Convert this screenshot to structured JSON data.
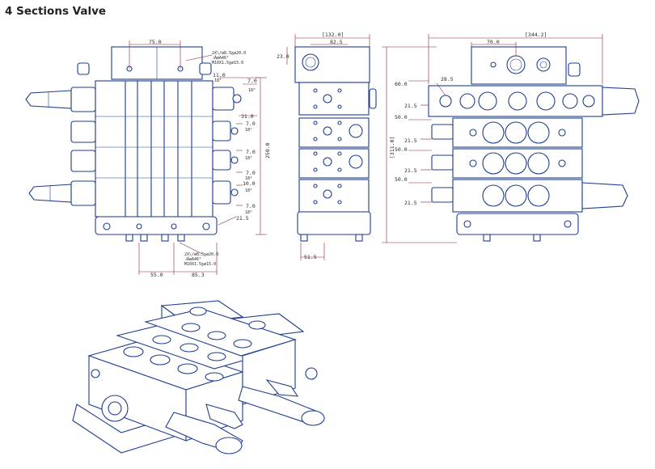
{
  "page": {
    "title": "4 Sections Valve"
  },
  "views": {
    "front": {
      "dims": {
        "top_width": "75.0",
        "port_note_top": [
          "2X\\/ø8.5≧ø20.0",
          "˩ÀøA46°",
          "M10X1.5≧ø15.0"
        ],
        "d1": "11.0",
        "d1b": "18°",
        "d2": "7.0",
        "d2b": "18°",
        "d3": "31.0",
        "d4": "7.0",
        "d4b": "18°",
        "d5": "7.0",
        "d5b": "18°",
        "d6": "7.0",
        "d6b": "18°",
        "d7": "10.0",
        "d7b": "18°",
        "d8": "7.0",
        "d8b": "18°",
        "height": "250.0",
        "side": "21.5",
        "port_note_bottom": [
          "2X\\/ø8.5≧ø20.0",
          "˩ÀøA46°",
          "M10X1.5≧ø15.0"
        ],
        "bottom_left": "55.0",
        "bottom_right": "85.3"
      }
    },
    "side": {
      "dims": {
        "width": "[132.0]",
        "inner": "82.5",
        "top": "23.0",
        "bottom": "51.5"
      }
    },
    "rear": {
      "dims": {
        "width": "[344.2]",
        "top": "70.0",
        "a1": "28.5",
        "a2": "60.0",
        "a3": "21.5",
        "a4": "50.0",
        "a5": "21.5",
        "a6": "50.0",
        "a7": "21.5",
        "a8": "50.0",
        "a9": "21.5",
        "height": "[311.0]"
      }
    }
  },
  "colors": {
    "line": "#1d3d8f",
    "dimension": "#8a2332",
    "title": "#222222"
  }
}
